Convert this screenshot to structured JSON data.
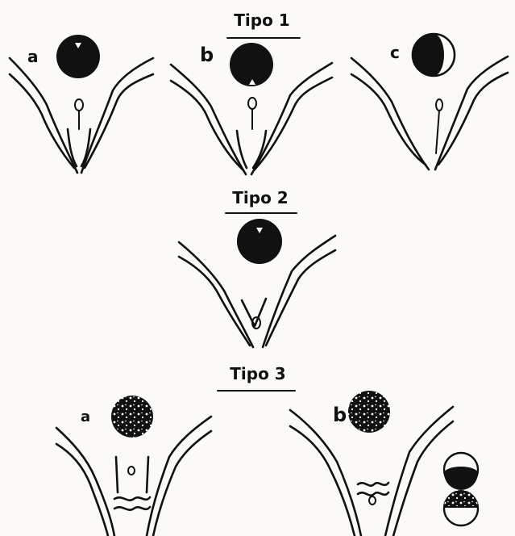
{
  "types": [
    {
      "title": "Tipo 1",
      "letters": [
        "a",
        "b",
        "c"
      ]
    },
    {
      "title": "Tipo 2"
    },
    {
      "title": "Tipo 3",
      "letters": [
        "a",
        "b"
      ]
    }
  ],
  "colors": {
    "ink": "#111111",
    "paper": "#fbfaf6"
  }
}
